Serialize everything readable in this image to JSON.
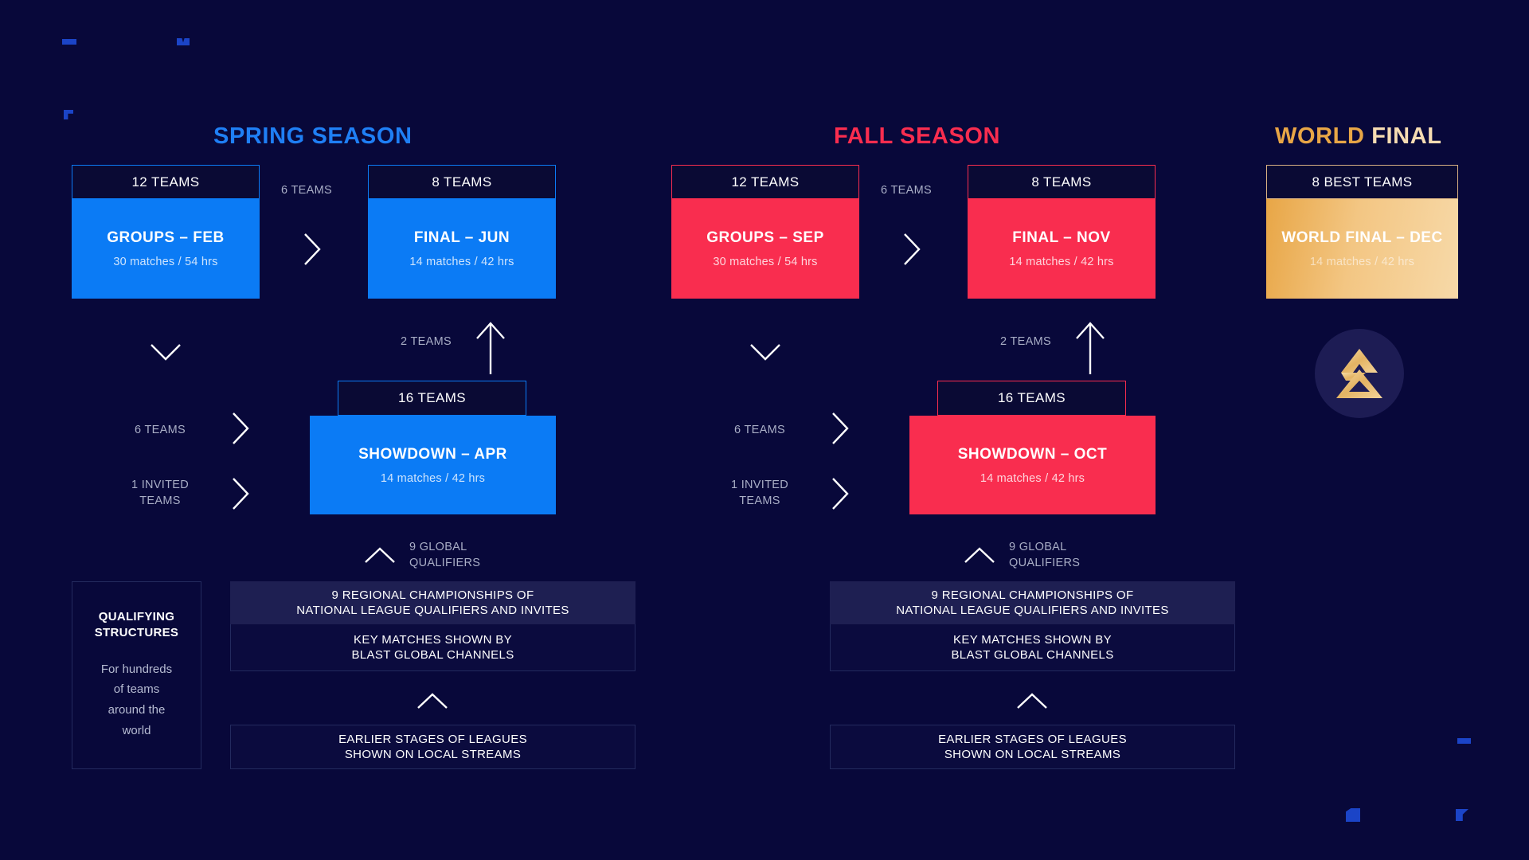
{
  "theme": {
    "background": "#08083a",
    "spring_accent": "#0b7bf5",
    "fall_accent": "#f92d4f",
    "world_accent": "#e8a646",
    "muted_text": "#a9aec6",
    "band_top_fill": "#1e1f52",
    "band_fill": "#0b0b3e",
    "band_border": "#232a5e"
  },
  "seasons": [
    {
      "id": "spring",
      "title": "SPRING SEASON",
      "accent": "#0b7bf5",
      "groups": {
        "head": "12 TEAMS",
        "title": "GROUPS – FEB",
        "sub": "30 matches / 54 hrs"
      },
      "final": {
        "head": "8 TEAMS",
        "title": "FINAL – JUN",
        "sub": "14 matches / 42 hrs"
      },
      "showdown": {
        "head": "16 TEAMS",
        "title": "SHOWDOWN – APR",
        "sub": "14 matches / 42 hrs"
      },
      "connectors": {
        "groups_to_final": "6 TEAMS",
        "showdown_to_final": "2 TEAMS",
        "groups_to_showdown": "6 TEAMS",
        "invited_to_showdown": "1 INVITED\nTEAMS",
        "qualifiers_to_showdown": "9 GLOBAL\nQUALIFIERS"
      },
      "bands": {
        "regional": "9 REGIONAL CHAMPIONSHIPS OF\nNATIONAL LEAGUE QUALIFIERS AND INVITES",
        "key_matches": "KEY MATCHES SHOWN BY\nBLAST GLOBAL CHANNELS",
        "earlier": "EARLIER STAGES OF LEAGUES\nSHOWN ON LOCAL STREAMS"
      }
    },
    {
      "id": "fall",
      "title": "FALL SEASON",
      "accent": "#f92d4f",
      "groups": {
        "head": "12 TEAMS",
        "title": "GROUPS – SEP",
        "sub": "30 matches / 54 hrs"
      },
      "final": {
        "head": "8 TEAMS",
        "title": "FINAL – NOV",
        "sub": "14 matches / 42 hrs"
      },
      "showdown": {
        "head": "16 TEAMS",
        "title": "SHOWDOWN – OCT",
        "sub": "14 matches / 42 hrs"
      },
      "connectors": {
        "groups_to_final": "6 TEAMS",
        "showdown_to_final": "2 TEAMS",
        "groups_to_showdown": "6 TEAMS",
        "invited_to_showdown": "1 INVITED\nTEAMS",
        "qualifiers_to_showdown": "9 GLOBAL\nQUALIFIERS"
      },
      "bands": {
        "regional": "9 REGIONAL CHAMPIONSHIPS OF\nNATIONAL LEAGUE QUALIFIERS AND INVITES",
        "key_matches": "KEY MATCHES SHOWN BY\nBLAST GLOBAL CHANNELS",
        "earlier": "EARLIER STAGES OF LEAGUES\nSHOWN ON LOCAL STREAMS"
      }
    }
  ],
  "world_final": {
    "title_prefix": "WORLD",
    "title_suffix": "FINAL",
    "head": "8 BEST TEAMS",
    "title": "WORLD FINAL – DEC",
    "sub": "14 matches / 42 hrs"
  },
  "qualifying": {
    "title": "QUALIFYING\nSTRUCTURES",
    "sub": "For hundreds\nof teams\naround the\nworld"
  }
}
